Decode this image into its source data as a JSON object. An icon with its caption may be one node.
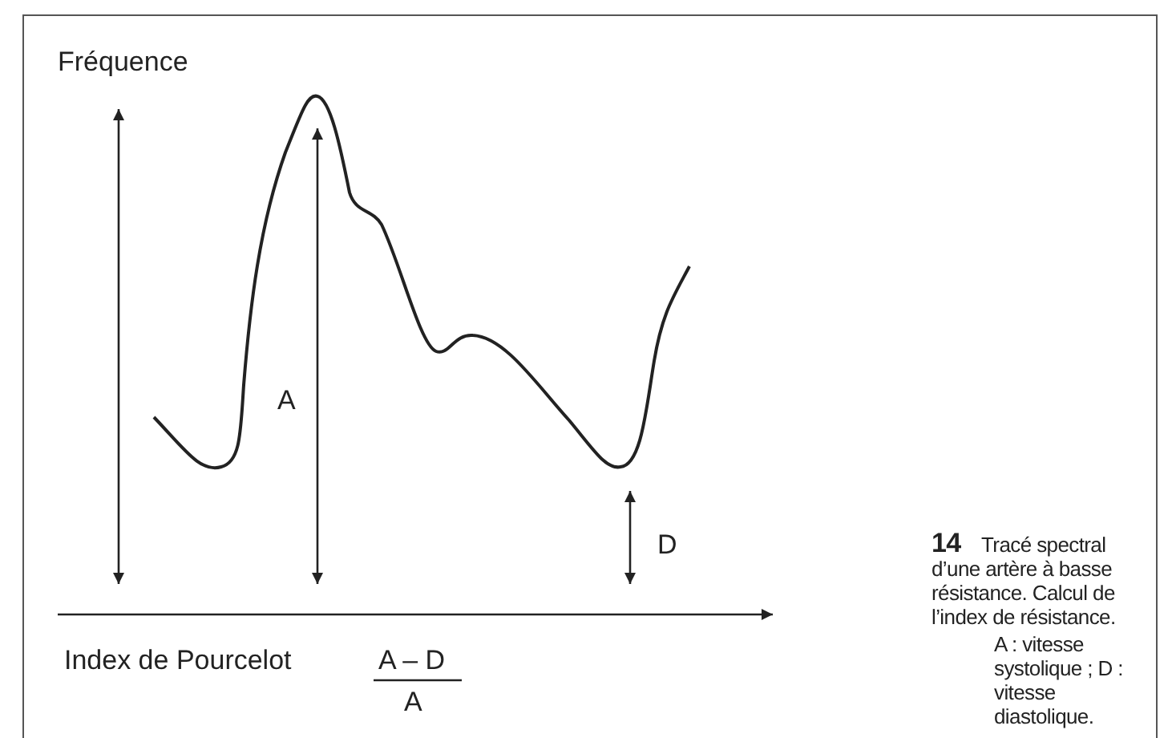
{
  "diagram": {
    "caption": "**14** Tracé spectral d’une artère à basse résistance. Calcul de l’index de résistance.",
    "labels": [
      "Fréquence",
      "A",
      "D",
      "Index de Pourcelot",
      "A – D",
      "A",
      "A : vitesse systolique ; D : vitesse diastolique."
    ]
  }
}
